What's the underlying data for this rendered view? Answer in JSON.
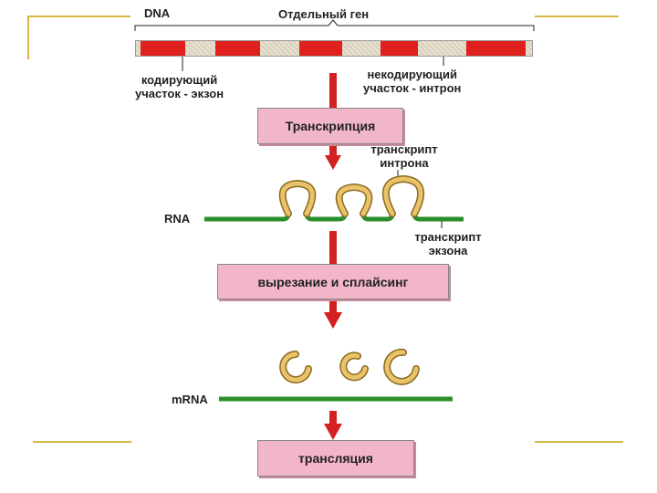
{
  "labels": {
    "dna": "DNA",
    "gene": "Отдельный ген",
    "coding": [
      "кодирующий",
      "участок - экзон"
    ],
    "noncoding": [
      "некодирующий",
      "участок - интрон"
    ],
    "intron_transcript": [
      "транскрипт",
      "интрона"
    ],
    "rna": "RNA",
    "exon_transcript": [
      "транскрипт",
      "экзона"
    ],
    "mrna": "mRNA"
  },
  "steps": {
    "transcription": "Транскрипция",
    "splicing": "вырезание и сплайсинг",
    "translation": "трансляция"
  },
  "colors": {
    "exon": "#e0201c",
    "intron": "#e8e1cf",
    "arrow": "#d42020",
    "rna_strand": "#2a8f2a",
    "intron_loop": "#e9c26a",
    "step_box": "#f2b6c9",
    "frame": "#d8b642"
  }
}
